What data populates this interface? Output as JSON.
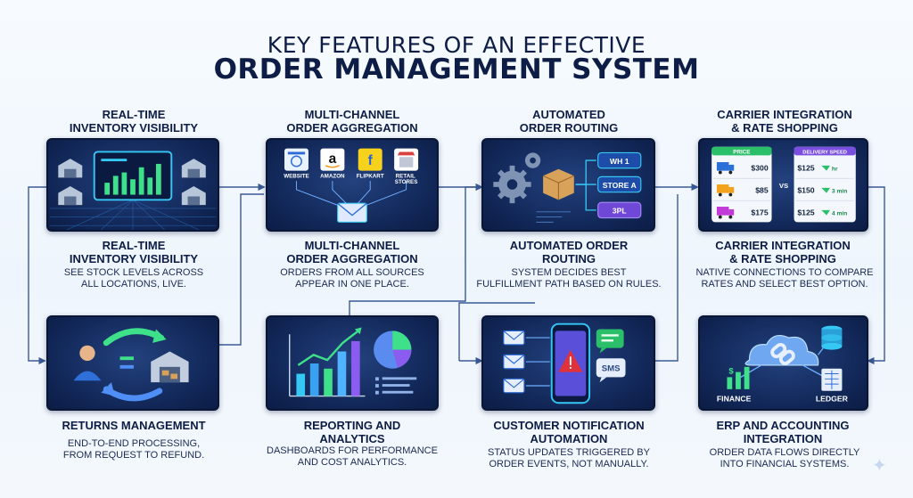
{
  "header": {
    "line1": "KEY FEATURES OF AN EFFECTIVE",
    "line2": "ORDER MANAGEMENT SYSTEM"
  },
  "top_row": [
    {
      "heading": "REAL-TIME\nINVENTORY VISIBILITY",
      "caption_title": "REAL-TIME\nINVENTORY VISIBILITY",
      "caption": "SEE STOCK LEVELS ACROSS\nALL LOCATIONS, LIVE."
    },
    {
      "heading": "MULTI-CHANNEL\nORDER AGGREGATION",
      "caption_title": "MULTI-CHANNEL\nORDER AGGREGATION",
      "caption": "ORDERS FROM ALL SOURCES\nAPPEAR IN ONE PLACE.",
      "channels": [
        "WEBSITE",
        "AMAZON",
        "FLIPKART",
        "RETAIL\nSTORES"
      ]
    },
    {
      "heading": "AUTOMATED\nORDER ROUTING",
      "caption_title": "AUTOMATED ORDER\nROUTING",
      "caption": "SYSTEM DECIDES BEST\nFULFILLMENT PATH BASED ON RULES.",
      "destinations": [
        "WH 1",
        "STORE A",
        "3PL"
      ]
    },
    {
      "heading": "CARRIER INTEGRATION\n& RATE SHOPPING",
      "caption_title": "CARRIER INTEGRATION\n& RATE SHOPPING",
      "caption": "NATIVE CONNECTIONS TO COMPARE\nRATES AND SELECT BEST OPTION.",
      "price_header": "PRICE",
      "speed_header": "DELIVERY SPEED",
      "prices": [
        "$300",
        "$85",
        "$175"
      ],
      "vs": "VS",
      "speed_rows": [
        {
          "price": "$125",
          "speed": "hr"
        },
        {
          "price": "$150",
          "speed": "3 min"
        },
        {
          "price": "$125",
          "speed": "4 min"
        }
      ]
    }
  ],
  "bottom_row": [
    {
      "heading": "RETURNS MANAGEMENT",
      "caption": "END-TO-END PROCESSING,\nFROM REQUEST TO REFUND."
    },
    {
      "heading": "REPORTING AND\nANALYTICS",
      "caption": "DASHBOARDS FOR PERFORMANCE\nAND COST ANALYTICS."
    },
    {
      "heading": "CUSTOMER NOTIFICATION\nAUTOMATION",
      "caption": "STATUS UPDATES TRIGGERED BY\nORDER EVENTS, NOT MANUALLY.",
      "sms": "SMS"
    },
    {
      "heading": "ERP AND ACCOUNTING\nINTEGRATION",
      "caption": "ORDER DATA FLOWS DIRECTLY\nINTO FINANCIAL SYSTEMS.",
      "labels": [
        "FINANCE",
        "LEDGER"
      ]
    }
  ],
  "colors": {
    "navy": "#0e1d45",
    "card": "#132a5c",
    "accent_cyan": "#36c8f5",
    "accent_green": "#3ee08a",
    "accent_purple": "#8a5cf0",
    "alert_red": "#e0323a"
  }
}
